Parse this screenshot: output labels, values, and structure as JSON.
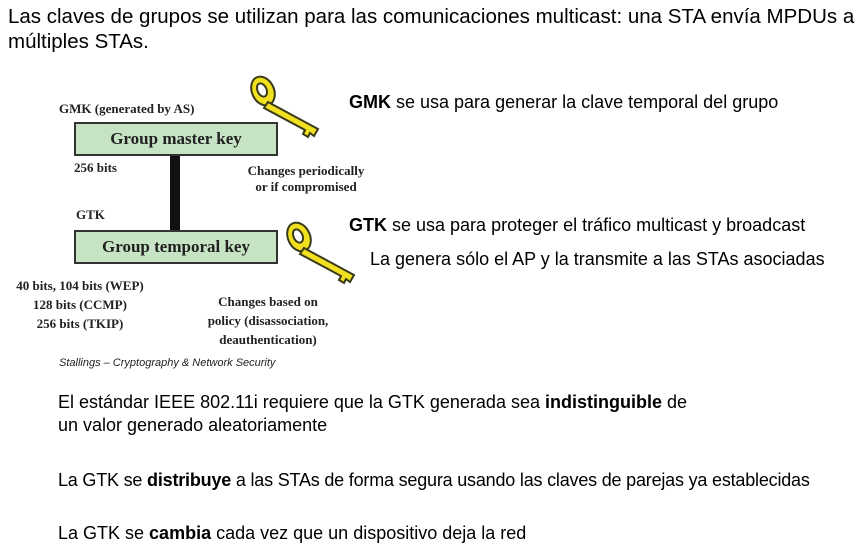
{
  "title": "Las claves de grupos se utilizan para las comunicaciones multicast: una STA envía MPDUs a múltiples STAs.",
  "figure": {
    "gmk_label": "GMK (generated by AS)",
    "gmk_box": "Group master key",
    "gmk_bits": "256 bits",
    "gmk_change": [
      "Changes periodically",
      "or if compromised"
    ],
    "gtk_label": "GTK",
    "gtk_box": "Group temporal key",
    "gtk_bits": [
      "40 bits, 104 bits (WEP)",
      "128 bits (CCMP)",
      "256 bits (TKIP)"
    ],
    "gtk_change": [
      "Changes based on",
      "policy (disassociation,",
      "deauthentication)"
    ],
    "citation": "Stallings – Cryptography & Network Security",
    "key_color": "#f0e020"
  },
  "notes": {
    "gmk": {
      "term": "GMK",
      "text": " se usa para generar la clave temporal del grupo"
    },
    "gtk": {
      "term": "GTK",
      "text": " se usa para proteger el tráfico multicast y broadcast"
    },
    "ap": "La genera sólo el AP y la transmite a las STAs asociadas"
  },
  "paragraphs": {
    "p1": {
      "pre": "El estándar IEEE 802.11i requiere que la GTK generada sea ",
      "bold": "indistinguible",
      "post_line1": " de",
      "line2": "un valor generado aleatoriamente"
    },
    "p2": {
      "pre": "La GTK se ",
      "bold": "distribuye",
      "post": " a las STAs de forma segura usando las claves de parejas ya establecidas"
    },
    "p3": {
      "pre": "La GTK se ",
      "bold": "cambia",
      "post": " cada vez que un dispositivo deja la red"
    }
  }
}
